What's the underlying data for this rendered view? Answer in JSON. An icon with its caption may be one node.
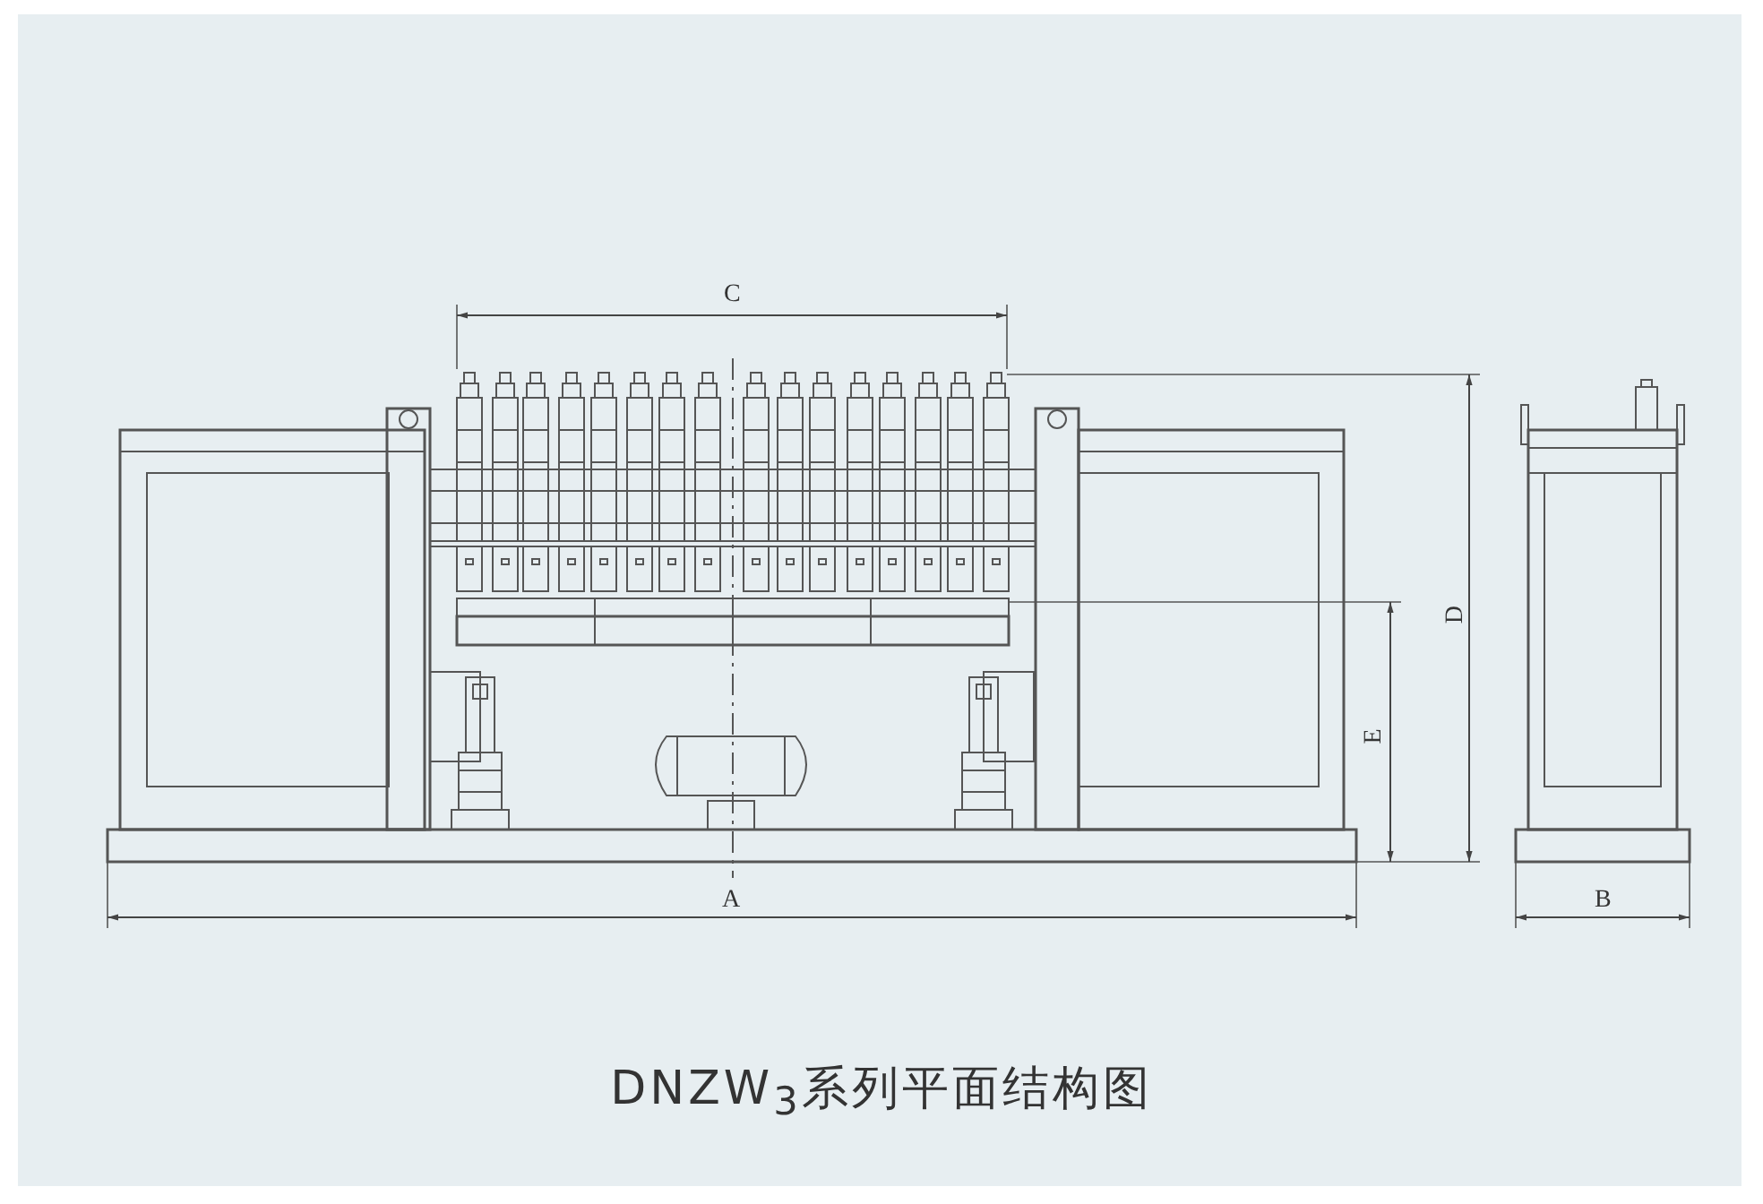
{
  "diagram": {
    "caption": "DNZW$_{3}$系列平面结构图",
    "labels": [
      "C",
      "D",
      "E",
      "A",
      "B"
    ]
  }
}
